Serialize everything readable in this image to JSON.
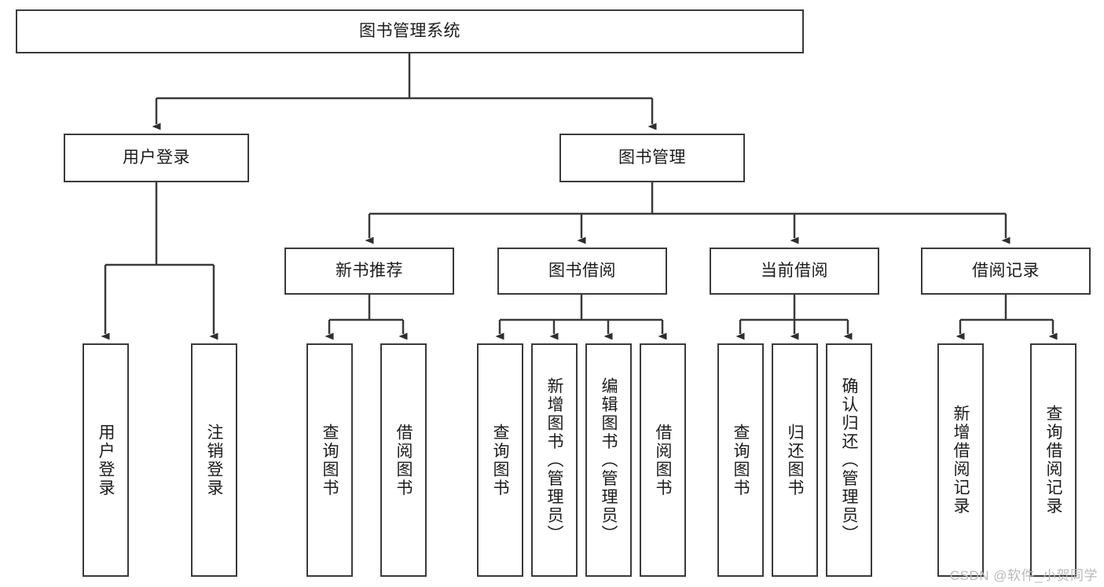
{
  "diagram": {
    "title": "图书管理系统",
    "watermark": "CSDN @软件_小贺同学",
    "stroke_color": "#3a3a3a",
    "text_color": "#1c1c1c",
    "background_color": "#ffffff",
    "nodes": {
      "root": {
        "label": "图书管理系统"
      },
      "level2": [
        {
          "id": "user-login",
          "label": "用户登录"
        },
        {
          "id": "book-manage",
          "label": "图书管理"
        }
      ],
      "level3": [
        {
          "id": "new-book-recommend",
          "label": "新书推荐"
        },
        {
          "id": "book-borrow",
          "label": "图书借阅"
        },
        {
          "id": "current-borrow",
          "label": "当前借阅"
        },
        {
          "id": "borrow-record",
          "label": "借阅记录"
        }
      ],
      "leaves": {
        "user_login": [
          {
            "id": "leaf-user-login",
            "label": "用户登录"
          },
          {
            "id": "leaf-logout-login",
            "label": "注销登录"
          }
        ],
        "new_book_recommend": [
          {
            "id": "leaf-query-book-1",
            "label": "查询图书"
          },
          {
            "id": "leaf-borrow-book-1",
            "label": "借阅图书"
          }
        ],
        "book_borrow": [
          {
            "id": "leaf-query-book-2",
            "label": "查询图书"
          },
          {
            "id": "leaf-add-book-admin",
            "label": "新增图书（管理员）"
          },
          {
            "id": "leaf-edit-book-admin",
            "label": "编辑图书（管理员）"
          },
          {
            "id": "leaf-borrow-book-2",
            "label": "借阅图书"
          }
        ],
        "current_borrow": [
          {
            "id": "leaf-query-book-3",
            "label": "查询图书"
          },
          {
            "id": "leaf-return-book",
            "label": "归还图书"
          },
          {
            "id": "leaf-confirm-return-admin",
            "label": "确认归还（管理员）"
          }
        ],
        "borrow_record": [
          {
            "id": "leaf-add-borrow-record",
            "label": "新增借阅记录"
          },
          {
            "id": "leaf-query-borrow-record",
            "label": "查询借阅记录"
          }
        ]
      }
    }
  }
}
